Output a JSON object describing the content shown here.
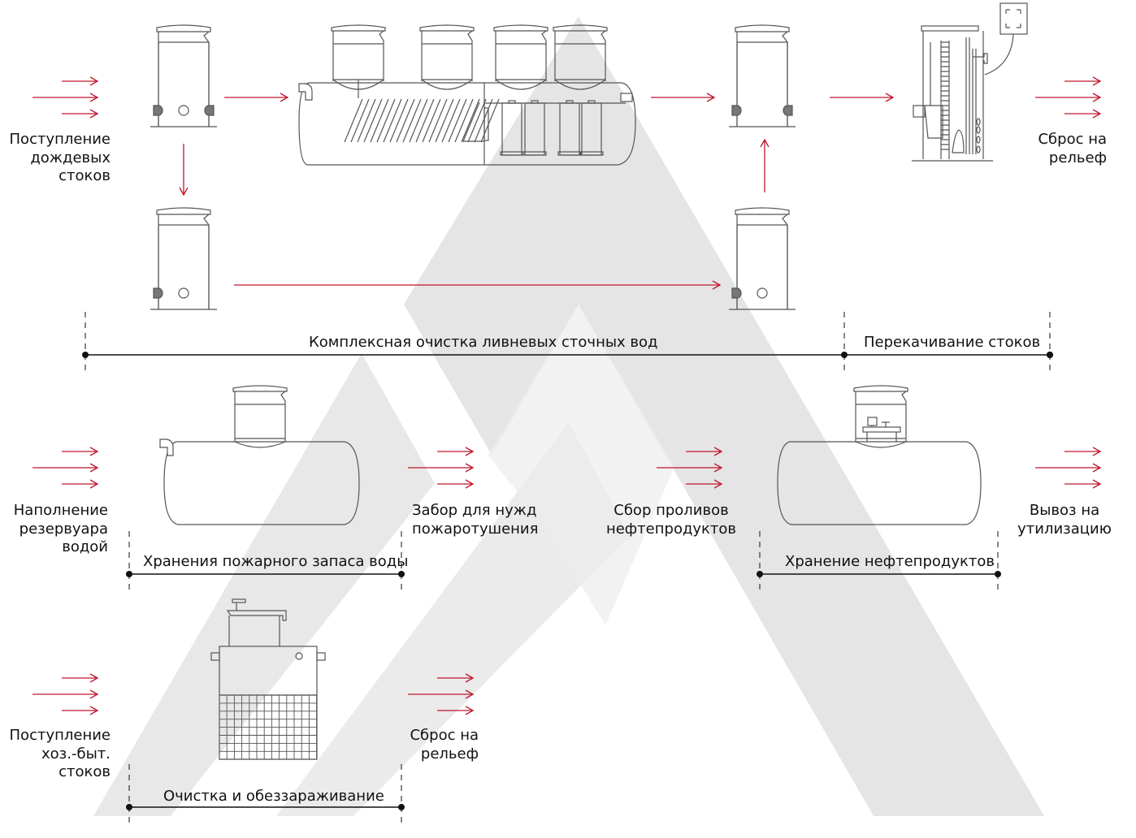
{
  "diagram": {
    "title": "Схема применения оборудования для очистки и хранения стоков",
    "colors": {
      "arrow": "#c0172d",
      "line": "#111111",
      "equipment_stroke": "#555555",
      "watermark": "#d9d9d9"
    },
    "rows": [
      {
        "id": "storm",
        "input_label": [
          "Поступление",
          "дождевых",
          "стоков"
        ],
        "output_label": [
          "Сброс на",
          "рельеф"
        ],
        "stages": [
          {
            "label": "Комплексная очистка ливневых сточных вод"
          },
          {
            "label": "Перекачивание стоков"
          }
        ],
        "equipment": [
          "distribution-well",
          "bypass-well",
          "combined-treatment-unit",
          "sampling-well-top",
          "sampling-well-bottom",
          "pumping-station"
        ]
      },
      {
        "id": "fire",
        "input_label": [
          "Наполнение",
          "резервуара",
          "водой"
        ],
        "output_label": [
          "Забор для нужд",
          "пожаротушения"
        ],
        "stages": [
          {
            "label": "Хранения пожарного запаса воды"
          }
        ],
        "equipment": [
          "fire-water-tank"
        ]
      },
      {
        "id": "oil",
        "input_label": [
          "Сбор проливов",
          "нефтепродуктов"
        ],
        "output_label": [
          "Вывоз на",
          "утилизацию"
        ],
        "stages": [
          {
            "label": "Хранение нефтепродуктов"
          }
        ],
        "equipment": [
          "oil-storage-tank"
        ]
      },
      {
        "id": "domestic",
        "input_label": [
          "Поступление",
          "хоз.-быт.",
          "стоков"
        ],
        "output_label": [
          "Сброс на",
          "рельеф"
        ],
        "stages": [
          {
            "label": "Очистка и обеззараживание"
          }
        ],
        "equipment": [
          "biological-treatment-plant"
        ]
      }
    ],
    "flows": [
      {
        "from": "input-storm",
        "to": "distribution-well"
      },
      {
        "from": "distribution-well",
        "to": "combined-treatment-unit"
      },
      {
        "from": "distribution-well",
        "to": "bypass-well"
      },
      {
        "from": "bypass-well",
        "to": "sampling-well-bottom"
      },
      {
        "from": "combined-treatment-unit",
        "to": "sampling-well-top"
      },
      {
        "from": "sampling-well-bottom",
        "to": "sampling-well-top"
      },
      {
        "from": "sampling-well-top",
        "to": "pumping-station"
      },
      {
        "from": "pumping-station",
        "to": "output-storm"
      }
    ]
  }
}
